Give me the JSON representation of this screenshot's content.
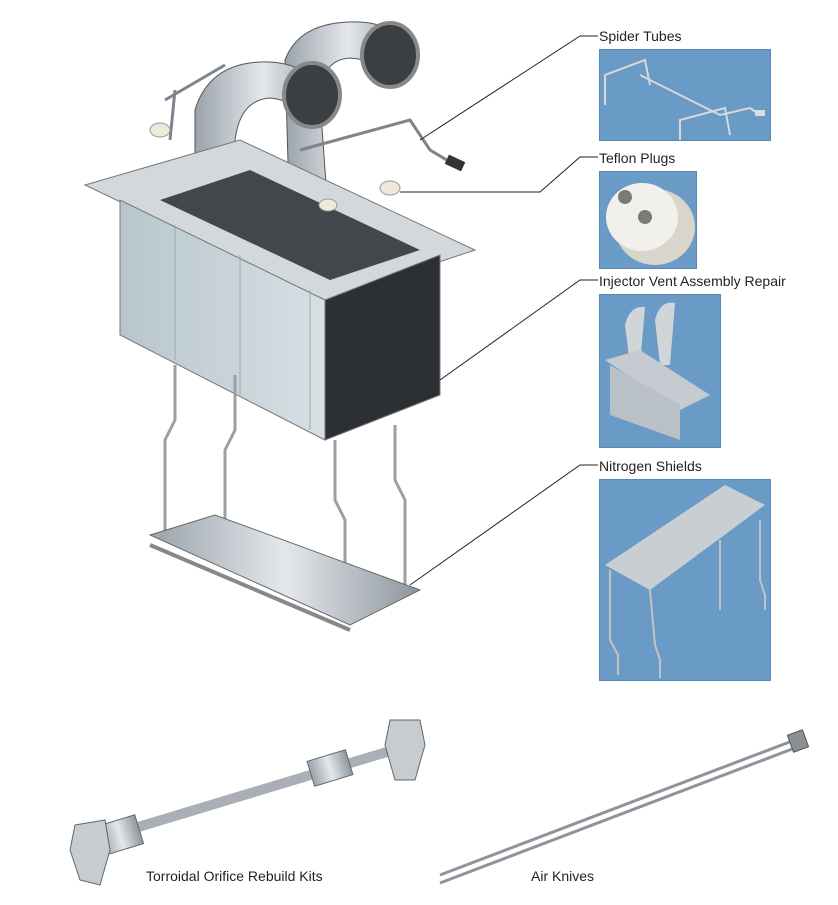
{
  "callouts": [
    {
      "label": "Spider Tubes"
    },
    {
      "label": "Teflon Plugs"
    },
    {
      "label": "Injector Vent Assembly Repair"
    },
    {
      "label": "Nitrogen Shields"
    }
  ],
  "bottom_parts": [
    {
      "label": "Torroidal Orifice Rebuild Kits"
    },
    {
      "label": "Air Knives"
    }
  ],
  "colors": {
    "panel_background": "#6a9ac6",
    "leader_line": "#231f20",
    "metal": "#c8ccd0"
  }
}
